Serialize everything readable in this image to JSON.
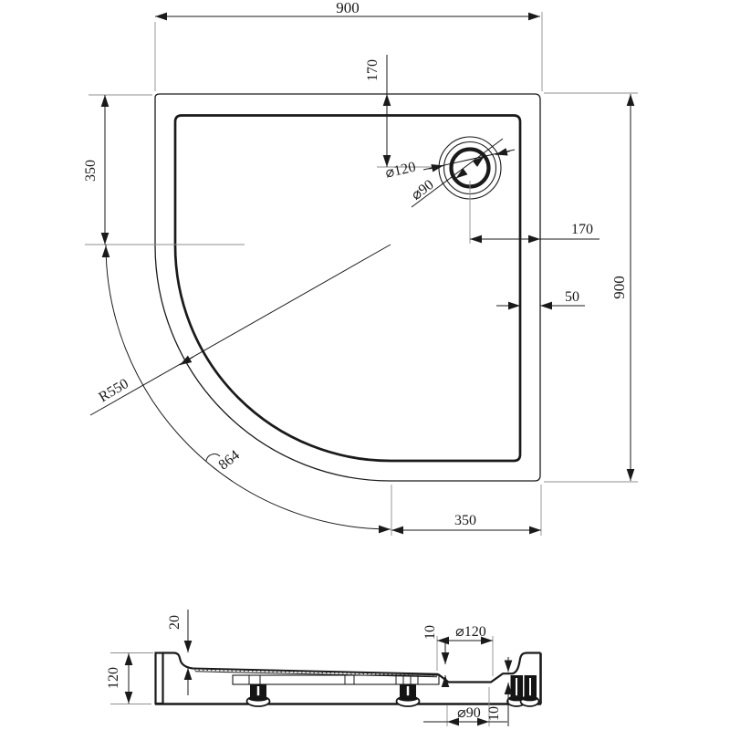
{
  "drawing": {
    "plan": {
      "width": "900",
      "height": "900",
      "drain_offset_top": "170",
      "drain_offset_right": "170",
      "rim_width": "50",
      "straight_left": "350",
      "straight_bottom": "350",
      "corner_radius": "R550",
      "arc_length": "864",
      "drain_flange": "⌀120",
      "drain_waste": "⌀90"
    },
    "section": {
      "height": "120",
      "rim_height": "20",
      "sheet_thickness": "10",
      "step_thickness": "10",
      "recess_top": "⌀120",
      "recess_bottom": "⌀90"
    },
    "colors": {
      "line": "#1a1a1a",
      "extension": "#8f8f8f",
      "background": "#ffffff"
    }
  }
}
